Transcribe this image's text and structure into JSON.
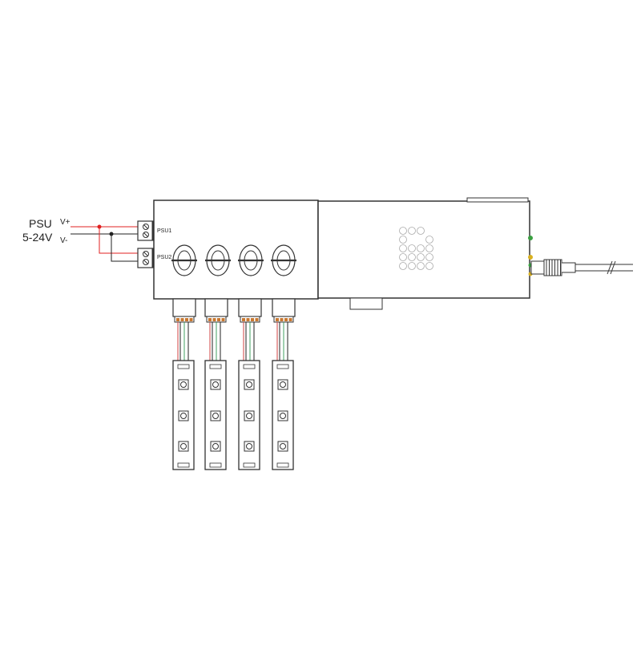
{
  "psu": {
    "label": "PSU",
    "voltage": "5-24V",
    "v_plus": "V+",
    "v_minus": "V-"
  },
  "controller": {
    "psu1_label": "PSU1",
    "psu2_label": "PSU2"
  },
  "outputs": [
    {
      "id": "out-1"
    },
    {
      "id": "out-2"
    },
    {
      "id": "out-3"
    },
    {
      "id": "out-4"
    }
  ],
  "colors": {
    "outline": "#333333",
    "positive_wire": "#e02020",
    "negative_wire": "#222222",
    "strip_wire_red": "#d04040",
    "strip_wire_green": "#40a060",
    "connector_orange": "#c87830",
    "led_green": "#3aa040",
    "led_yellow": "#d8b020"
  }
}
